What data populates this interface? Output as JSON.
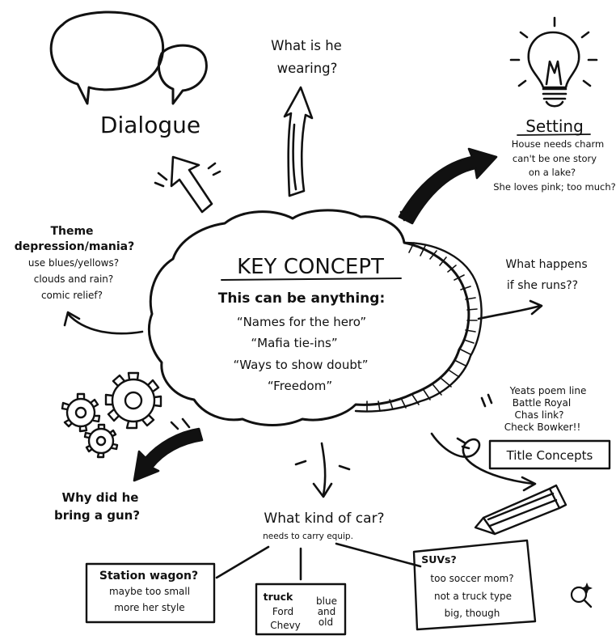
{
  "center": {
    "title": "KEY CONCEPT",
    "subtitle": "This can be anything:",
    "items": [
      "“Names for the hero”",
      "“Mafia tie-ins”",
      "“Ways to show doubt”",
      "“Freedom”"
    ]
  },
  "dialogue": {
    "label": "Dialogue"
  },
  "wearing": {
    "lines": [
      "What is he",
      "wearing?"
    ]
  },
  "setting": {
    "title": "Setting",
    "notes": [
      "House needs charm",
      "can't be one story",
      "on a lake?",
      "She loves pink; too much?"
    ]
  },
  "theme": {
    "title": "Theme",
    "subtitle": "depression/mania?",
    "notes": [
      "use blues/yellows?",
      "clouds and rain?",
      "comic relief?"
    ]
  },
  "runs": {
    "lines": [
      "What happens",
      "if she runs??"
    ]
  },
  "title_concepts": {
    "notes": [
      "Yeats poem line",
      "Battle Royal",
      "Chas link?",
      "Check Bowker!!"
    ],
    "box_label": "Title Concepts"
  },
  "gun": {
    "lines": [
      "Why did he",
      "bring a gun?"
    ]
  },
  "car": {
    "question": "What kind of car?",
    "note": "needs to carry equip.",
    "station_wagon": {
      "title": "Station wagon?",
      "notes": [
        "maybe too small",
        "more her style"
      ]
    },
    "truck": {
      "title": "truck",
      "col1": [
        "Ford",
        "Chevy"
      ],
      "col2": [
        "blue",
        "and",
        "old"
      ]
    },
    "suv": {
      "title": "SUVs?",
      "notes": [
        "too soccer mom?",
        "not a truck type",
        "big, though"
      ]
    }
  },
  "icons": {
    "speech": "speech-bubbles-icon",
    "bulb": "light-bulb-icon",
    "gears": "gears-icon",
    "pencil": "pencil-icon",
    "lens": "visual-search-icon"
  }
}
